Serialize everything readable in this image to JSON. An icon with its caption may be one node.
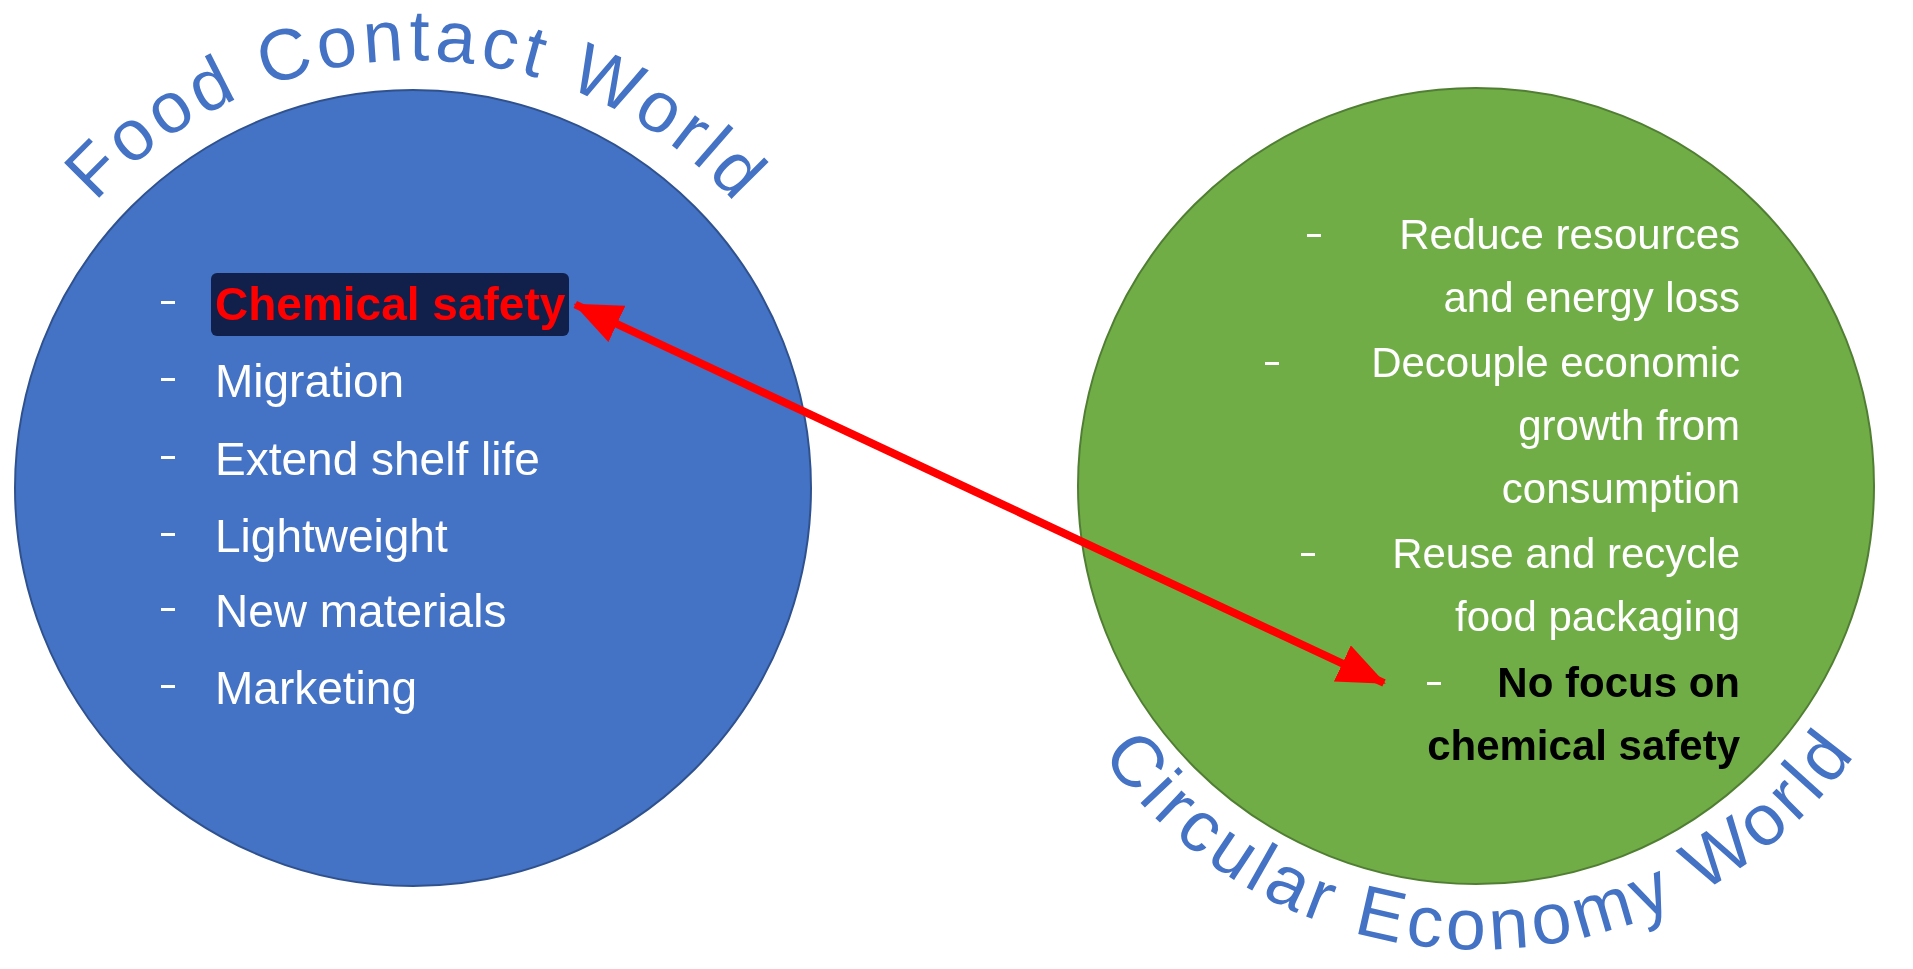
{
  "diagram": {
    "nodes": [
      {
        "text": [
          "Food Contact World"
        ]
      },
      {
        "text": [
          "Chemical safety"
        ],
        "in": 0
      },
      {
        "text": [
          "Migration"
        ],
        "in": 0
      },
      {
        "text": [
          "Extend shelf life"
        ],
        "in": 0
      },
      {
        "text": [
          "Lightweight"
        ],
        "in": 0
      },
      {
        "text": [
          "New materials"
        ],
        "in": 0
      },
      {
        "text": [
          "Marketing"
        ],
        "in": 0
      },
      {
        "text": [
          "Circular Economy World"
        ]
      },
      {
        "text": [
          "Reduce resources and energy loss"
        ],
        "in": 7
      },
      {
        "text": [
          "Decouple economic growth from consumption"
        ],
        "in": 7
      },
      {
        "text": [
          "Reuse and recycle food packaging"
        ],
        "in": 7
      },
      {
        "text": [
          "No focus on chemical safety"
        ],
        "in": 7
      }
    ],
    "edges": [
      {
        "from": 1,
        "to": 11,
        "arrow": "both",
        "color": "#ff0000"
      }
    ]
  }
}
